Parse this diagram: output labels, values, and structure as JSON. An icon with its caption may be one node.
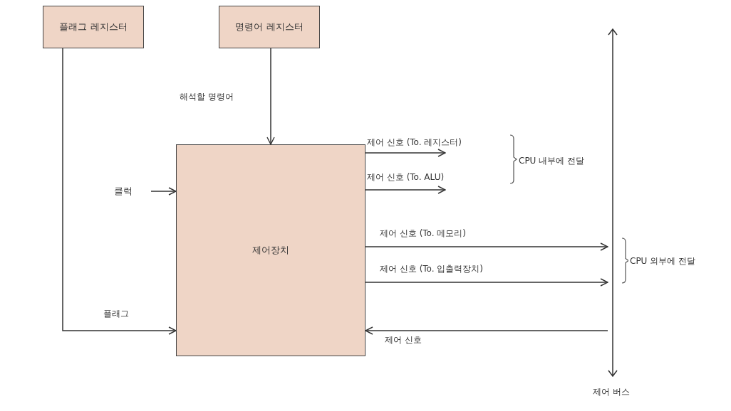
{
  "diagram": {
    "nodes": [
      {
        "text": [
          "플래그 레지스터"
        ]
      },
      {
        "text": [
          "명령어 레지스터"
        ]
      },
      {
        "text": [
          "제어장치"
        ]
      },
      {
        "text": [],
        "shape": "bar",
        "beside": [
          "제어 버스"
        ]
      },
      {
        "text": [
          "클럭"
        ]
      }
    ],
    "edges": [
      {
        "from": 0,
        "to": 2,
        "arrow": "to",
        "label": "플래그"
      },
      {
        "from": 1,
        "to": 2,
        "arrow": "to",
        "label": "해석할 명령어"
      },
      {
        "from": 4,
        "to": 2,
        "arrow": "to"
      },
      {
        "from": 2,
        "to": null,
        "arrow": "to",
        "label": "제어 신호 (To. 레지스터)"
      },
      {
        "from": 2,
        "to": null,
        "arrow": "to",
        "label": "제어 신호 (To. ALU)"
      },
      {
        "from": 2,
        "to": 3,
        "arrow": "to",
        "label": "제어 신호 (To. 메모리)"
      },
      {
        "from": 2,
        "to": 3,
        "arrow": "to",
        "label": "제어 신호 (To. 입출력장치)"
      },
      {
        "from": 3,
        "to": 2,
        "arrow": "to",
        "label": "제어 신호"
      }
    ],
    "labels": [
      "CPU 내부에 전달",
      "CPU 외부에 전달"
    ]
  }
}
